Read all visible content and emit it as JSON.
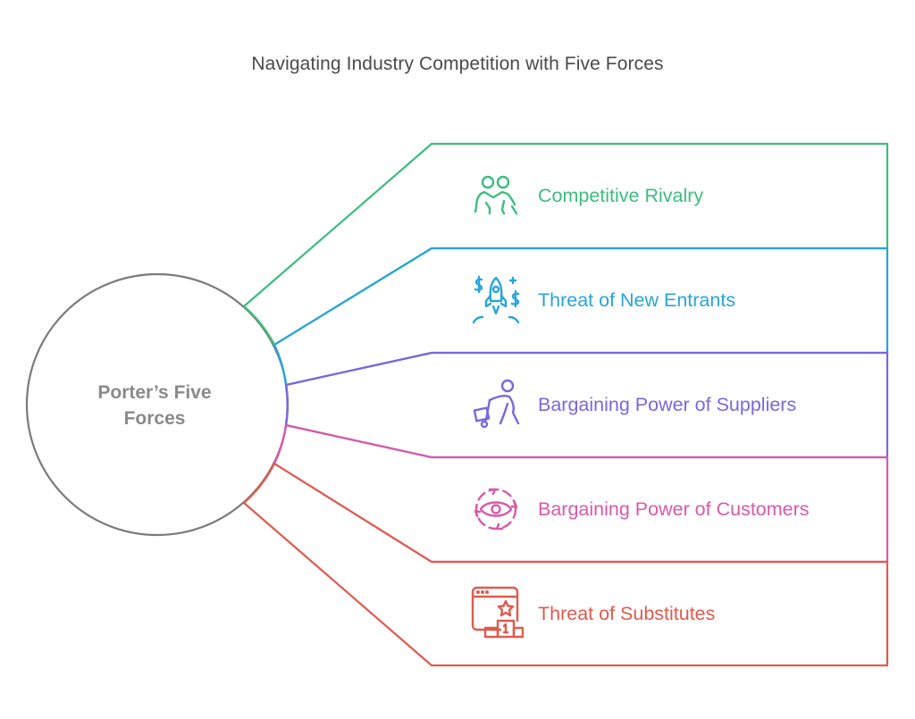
{
  "title": "Navigating Industry Competition with Five Forces",
  "center": {
    "label_line1": "Porter’s Five",
    "label_line2": "Forces",
    "stroke_color": "#7a7a7a",
    "text_color": "#8a8a8a"
  },
  "forces": [
    {
      "label": "Competitive Rivalry",
      "icon": "two-people-icon",
      "color": "#3dbd7d"
    },
    {
      "label": "Threat of New Entrants",
      "icon": "rocket-dollar-icon",
      "color": "#28a5d8"
    },
    {
      "label": "Bargaining Power of Suppliers",
      "icon": "person-pushing-cart-icon",
      "color": "#7a68dc"
    },
    {
      "label": "Bargaining Power of Customers",
      "icon": "eye-cycle-icon",
      "color": "#d85aa8"
    },
    {
      "label": "Threat of Substitutes",
      "icon": "browser-podium-star-icon",
      "color": "#e05a4e"
    }
  ]
}
